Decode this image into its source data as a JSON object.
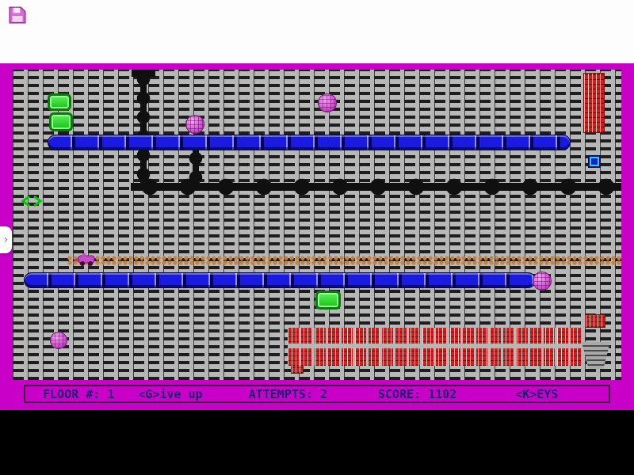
{
  "app": {
    "sidebar_toggle_glyph": "›"
  },
  "status_bar": {
    "floor_label": "FLOOR #:",
    "floor_value": "1",
    "give_up_label": "<G>ive up",
    "attempts_label": "ATTEMPTS:",
    "attempts_value": "2",
    "score_label": "SCORE:",
    "score_value": "1102",
    "keys_label": "<K>EYS"
  },
  "colors": {
    "frame_magenta": "#c800c8",
    "scaffold_gray": "#b8b8b8",
    "platform_blue": "#1a1ae0",
    "sprite_green": "#22cc22",
    "ball_magenta": "#cc55cc",
    "hazard_red": "#c42222",
    "rope_tan": "#c8823c",
    "status_text_navy": "#1c1c6e"
  }
}
